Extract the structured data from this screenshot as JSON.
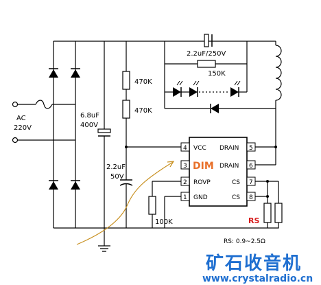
{
  "labels": {
    "ac": "AC",
    "ac_voltage": "220V",
    "bulk_cap_value": "6.8uF",
    "bulk_cap_voltage": "400V",
    "r_top": "470K",
    "r_mid": "470K",
    "vcc_cap_value": "2.2uF",
    "vcc_cap_voltage": "50V",
    "out_cap": "2.2uF/250V",
    "r_bleed": "150K",
    "r_rovp": "100K",
    "rs_tag": "RS",
    "rs_range": "RS: 0.9~2.5Ω"
  },
  "ic": {
    "pins_left": [
      {
        "num": "4",
        "name": "VCC"
      },
      {
        "num": "3",
        "name": "DIM"
      },
      {
        "num": "2",
        "name": "ROVP"
      },
      {
        "num": "1",
        "name": "GND"
      }
    ],
    "pins_right": [
      {
        "num": "5",
        "name": "DRAIN"
      },
      {
        "num": "6",
        "name": "DRAIN"
      },
      {
        "num": "7",
        "name": "CS"
      },
      {
        "num": "8",
        "name": "CS"
      }
    ]
  },
  "watermark": {
    "brand": "矿石收音机",
    "url": "www.crystalradio.cn"
  },
  "colors": {
    "wire": "#000000",
    "dim_label": "#e8702a",
    "rs_label": "#d61a1a",
    "watermark": "#1f6fd0",
    "annotation_stroke": "#c89020"
  }
}
